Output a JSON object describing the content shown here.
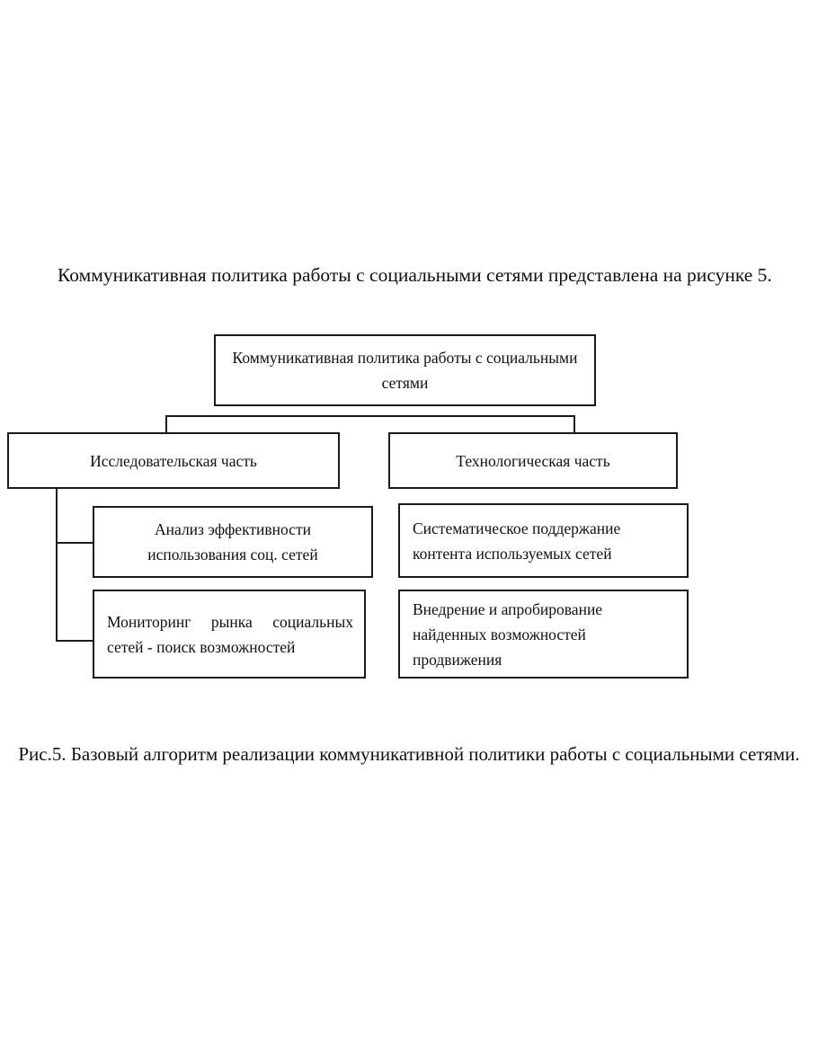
{
  "body_text": {
    "paragraph": "Коммуникативная политика работы с социальными сетями представлена на рисунке 5."
  },
  "figure": {
    "caption": "Рис.5. Базовый алгоритм реализации коммуникативной политики работы с социальными сетями.",
    "nodes": {
      "root": "Коммуникативная политика работы с социальными сетями",
      "research": "Исследовательская часть",
      "technology": "Технологическая часть",
      "analysis": "Анализ эффективности использования соц. сетей",
      "monitoring": "Мониторинг рынка социальных сетей - поиск возможностей",
      "support": "Систематическое поддержание контента используемых сетей",
      "implement": "Внедрение и апробирование найденных возможностей продвижения"
    }
  },
  "style": {
    "ink": "#1a1a1a",
    "text": "#111111",
    "background": "#ffffff"
  }
}
